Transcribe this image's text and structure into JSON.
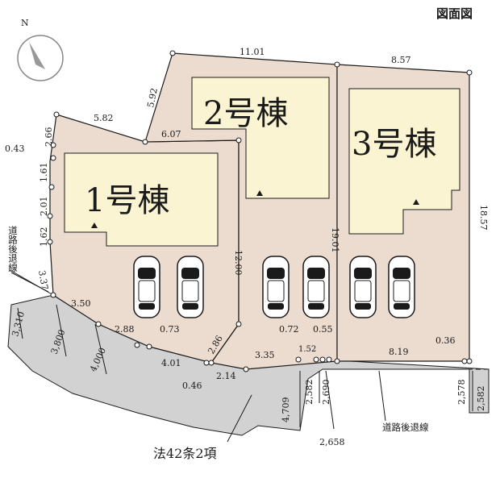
{
  "header": {
    "title": "図面図"
  },
  "compass": {
    "north_label": "N",
    "icon": "north-arrow-icon"
  },
  "buildings": [
    {
      "label": "1号棟"
    },
    {
      "label": "2号棟"
    },
    {
      "label": "3号棟"
    }
  ],
  "dimensions": {
    "top_lot2": "11.01",
    "top_lot3": "8.57",
    "lot2_left_slant": "5.92",
    "lot1_top": "5.82",
    "lot1_top_right": "6.07",
    "left_266": "2.66",
    "left_043": "0.43",
    "left_161": "1.61",
    "left_201": "2.01",
    "left_162": "1.62",
    "left_337": "3.37",
    "lot1_right": "12.00",
    "lot2_right": "19.01",
    "lot3_right": "18.57",
    "front_350": "3.50",
    "front_288": "2.88",
    "front_073": "0.73",
    "front_401": "4.01",
    "front_046": "0.46",
    "front_214": "2.14",
    "front_286": "2.86",
    "front_335": "3.35",
    "front_152": "1.52",
    "front_072": "0.72",
    "front_055": "0.55",
    "front_819": "8.19",
    "front_036": "0.36"
  },
  "road_widths": {
    "w3310": "3,310",
    "w3800": "3,800",
    "w4000": "4,000",
    "w4709": "4,709",
    "w2582a": "2,582",
    "w2690": "2,690",
    "w2658": "2,658",
    "w2578": "2,578",
    "w2582b": "2,582"
  },
  "labels": {
    "setback_left": "道路後退線",
    "setback_bottom": "道路後退線",
    "law": "法42条2項"
  },
  "colors": {
    "lot": "#ecdccf",
    "building": "#fbf4d2",
    "road": "#d2d2d2",
    "line": "#1a1a1a"
  }
}
